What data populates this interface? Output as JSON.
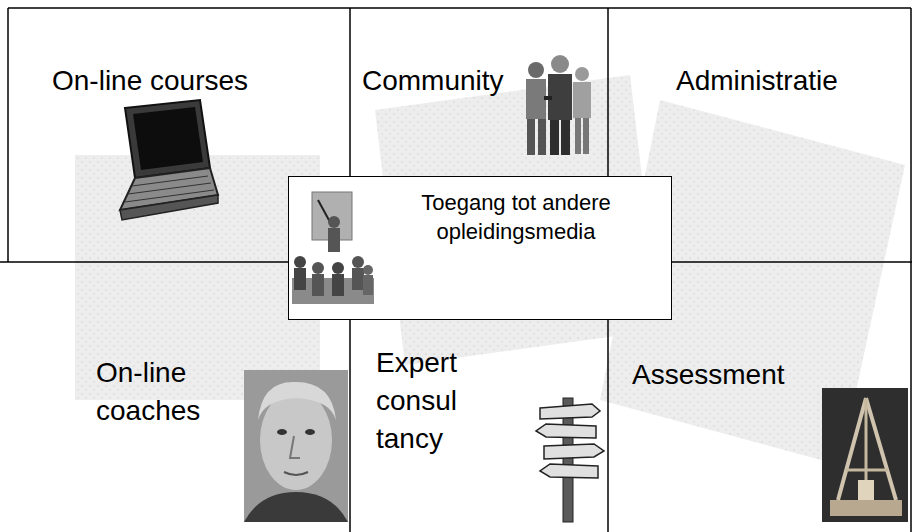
{
  "diagram": {
    "nodes": [
      {
        "text": [
          "On-line courses"
        ]
      },
      {
        "text": [
          "Community"
        ]
      },
      {
        "text": [
          "Administratie"
        ]
      },
      {
        "text": [
          "Toegang tot andere opleidingsmedia"
        ]
      },
      {
        "text": [
          "On-line coaches"
        ]
      },
      {
        "text": [
          "Expert consul tancy"
        ]
      },
      {
        "text": [
          "Assessment"
        ]
      }
    ]
  }
}
